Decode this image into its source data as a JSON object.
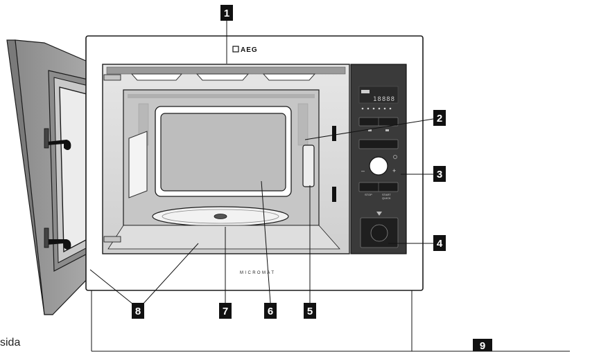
{
  "diagram": {
    "brand": "AEG",
    "model_label": "MICROMAT",
    "panel": {
      "display": "18888",
      "stop_label": "STOP",
      "start_label": "START",
      "quick_label": "QUICK",
      "minus_label": "–",
      "plus_label": "+"
    },
    "callouts": [
      "1",
      "2",
      "3",
      "4",
      "5",
      "6",
      "7",
      "8",
      "9"
    ],
    "page_fragment": "sida",
    "colors": {
      "outline": "#1a1a1a",
      "door": "#9c9c9c",
      "cavity": "#d9d9d9",
      "control_panel": "#3a3a3a",
      "callout_box": "#111111"
    }
  }
}
